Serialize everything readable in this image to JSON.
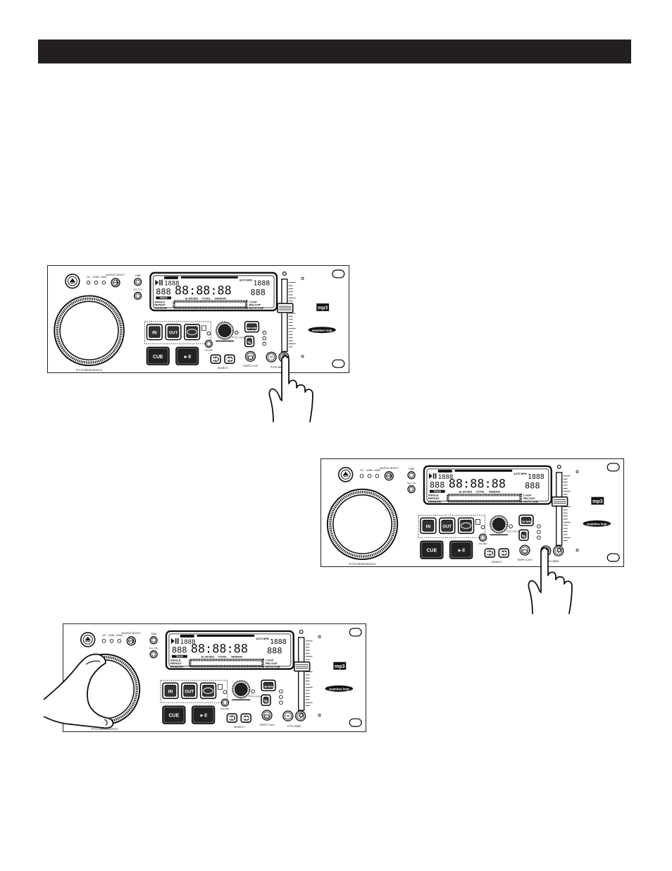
{
  "labels": {
    "cd": "CD",
    "usb1": "USB1",
    "usb2": "USB2",
    "source_select": "SOURCE SELECT",
    "time": "TIME",
    "sgl_ctn": "SGL CTN",
    "tap_bpm": "TAP BPM",
    "pitch_on_off": "PITCH ON/OFF",
    "folder": "FOLDER",
    "in": "IN",
    "out": "OUT",
    "cue": "CUE",
    "play_pause": "►II",
    "search": "SEARCH",
    "tempo_lock": "TEMPO LOCK",
    "pitch_bend": "PITCH BEND",
    "pitch_bend_search": "PITCH BEND/SEARCH",
    "mp3": "mp3",
    "seamless_loop": "seamless loop",
    "percent": "%",
    "track": "TRACK",
    "elapsed": "ELAPSED",
    "total": "TOTAL",
    "remain": "REMAIN",
    "single": "SINGLE",
    "repeat": "REPEAT",
    "random": "RANDOM",
    "loop": "LOOP",
    "reloop": "RELOOP",
    "auto_cue": "AUTO CUE",
    "auto_bpm": "AUTO BPM",
    "lcd_small": "1888",
    "lcd_time": "88:88:88",
    "lcd_track": "888",
    "minus": "−",
    "plus": "+"
  }
}
